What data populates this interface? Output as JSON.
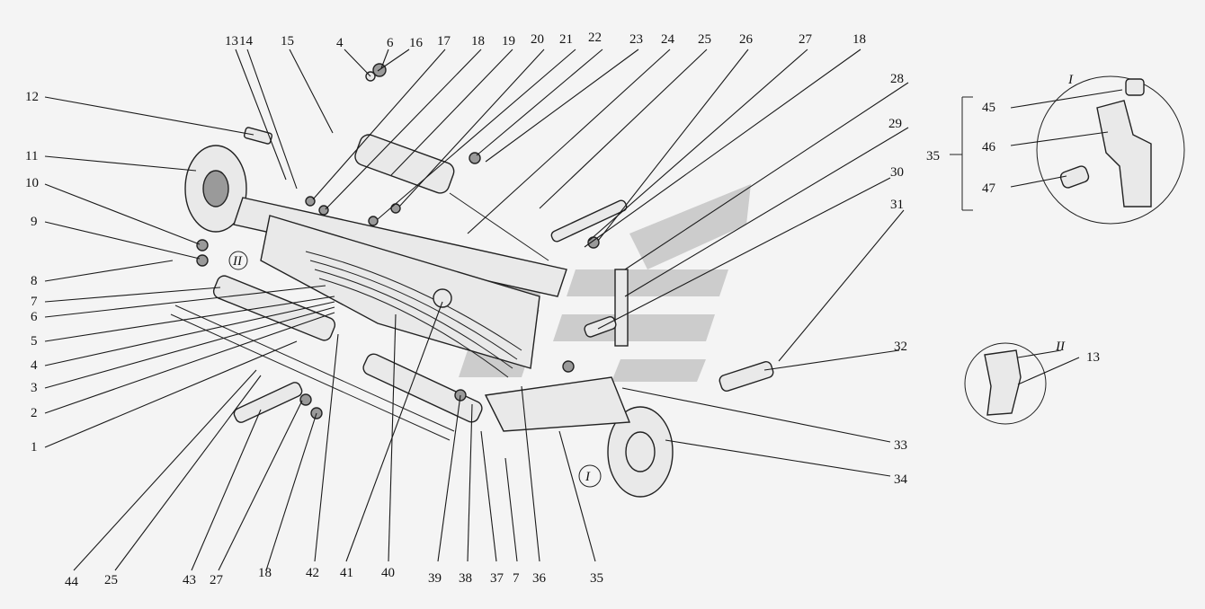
{
  "callouts": {
    "c1": "1",
    "c2": "2",
    "c3": "3",
    "c4": "4",
    "c5": "5",
    "c6": "6",
    "c7": "7",
    "c8": "8",
    "c9": "9",
    "c10": "10",
    "c11": "11",
    "c12": "12",
    "c13": "13",
    "c14": "14",
    "c15": "15",
    "c16": "16",
    "c17": "17",
    "c18": "18",
    "c19": "19",
    "c20": "20",
    "c21": "21",
    "c22": "22",
    "c23": "23",
    "c24": "24",
    "c25": "25",
    "c26": "26",
    "c27": "27",
    "c28": "28",
    "c29": "29",
    "c30": "30",
    "c31": "31",
    "c32": "32",
    "c33": "33",
    "c34": "34",
    "c35": "35",
    "c36": "36",
    "c37": "37",
    "c38": "38",
    "c39": "39",
    "c40": "40",
    "c41": "41",
    "c42": "42",
    "c43": "43",
    "c44": "44",
    "c45": "45",
    "c46": "46",
    "c47": "47"
  },
  "detail_views": {
    "view_I": "I",
    "view_II": "II"
  },
  "watermark": {
    "icon": "stylized-arrows-logo",
    "color": "#8c8c8c"
  }
}
